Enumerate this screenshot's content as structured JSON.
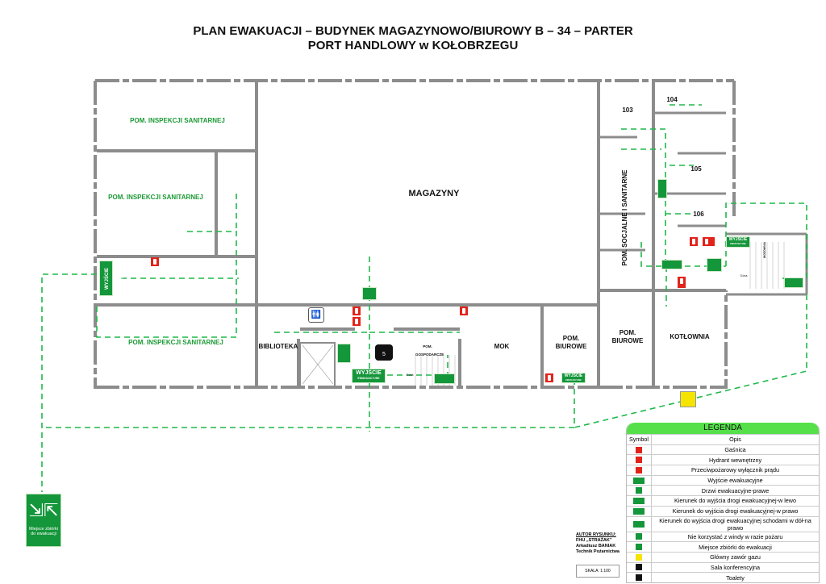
{
  "header": {
    "title_line1": "PLAN EWAKUACJI – BUDYNEK MAGAZYNOWO/BIUROWY B – 34 – PARTER",
    "title_line2": "PORT HANDLOWY w KOŁOBRZEGU"
  },
  "rooms": {
    "inspekcja1": "POM. INSPEKCJI SANITARNEJ",
    "inspekcja2": "POM. INSPEKCJI SANITARNEJ",
    "inspekcja3": "POM. INSPEKCJI SANITARNEJ",
    "magazyny": "MAGAZYNY",
    "biblioteka": "BIBLIOTEKA",
    "mok": "MOK",
    "gospodarcze": "POM. GOSPODARCZE",
    "biurowe1": "POM. BIUROWE",
    "biurowe2": "POM. BIUROWE",
    "kotlownia": "KOTŁOWNIA",
    "r103": "103",
    "r104": "104",
    "r105": "105",
    "r106": "106",
    "socjalne": "POM. SOCJALNE I SANITARNE",
    "wozownia": "WOZOWNIA",
    "gora1": "Góra",
    "gora2": "Góra"
  },
  "signs": {
    "exit_title": "WYJŚCIE",
    "exit_sub": "EWAKUACYJNE",
    "conference_number": "5"
  },
  "assembly": {
    "label": "Miejsce zbiórki do ewakuacji"
  },
  "legend": {
    "title": "LEGENDA",
    "col_symbol": "Symbol",
    "col_desc": "Opis",
    "items": [
      {
        "icon": "extinguisher-icon",
        "color": "#e2231a",
        "label": "Gaśnica"
      },
      {
        "icon": "hydrant-icon",
        "color": "#e2231a",
        "label": "Hydrant wewnętrzny"
      },
      {
        "icon": "power-switch-icon",
        "color": "#e2231a",
        "label": "Przeciwpożarowy wyłącznik prądu"
      },
      {
        "icon": "exit-sign-icon",
        "color": "#14963a",
        "label": "Wyjście ewakuacyjne"
      },
      {
        "icon": "exit-door-right-icon",
        "color": "#14963a",
        "label": "Drzwi ewakuacyjne-prawe"
      },
      {
        "icon": "arrow-left-icon",
        "color": "#14963a",
        "label": "Kierunek do wyjścia drogi ewakuacyjnej-w lewo"
      },
      {
        "icon": "arrow-right-icon",
        "color": "#14963a",
        "label": "Kierunek do wyjścia drogi ewakuacyjnej-w prawo"
      },
      {
        "icon": "stairs-down-right-icon",
        "color": "#14963a",
        "label": "Kierunek do wyjścia drogi ewakuacyjnej schodami w dół-na prawo"
      },
      {
        "icon": "no-elevator-icon",
        "color": "#14963a",
        "label": "Nie korzystać z windy w razie pożaru"
      },
      {
        "icon": "assembly-point-icon",
        "color": "#14963a",
        "label": "Miejsce zbiórki do ewakuacji"
      },
      {
        "icon": "gas-valve-icon",
        "color": "#f5e400",
        "label": "Główny zawór gazu"
      },
      {
        "icon": "conference-room-icon",
        "color": "#111111",
        "label": "Sala konferencyjna"
      },
      {
        "icon": "toilets-icon",
        "color": "#111111",
        "label": "Toalety"
      }
    ]
  },
  "author": {
    "heading": "AUTOR RYSUNKU:",
    "company": "FHU „STRAŻAK”",
    "name": "Arkadiusz BANIAK",
    "role": "Technik Pożarnictwa"
  },
  "scale": "SKALA: 1:100",
  "colors": {
    "route": "#1fb84a",
    "sign_green": "#14963a",
    "fire_red": "#e2231a",
    "wall": "#8c8c8c",
    "legend_header": "#55e04a"
  }
}
